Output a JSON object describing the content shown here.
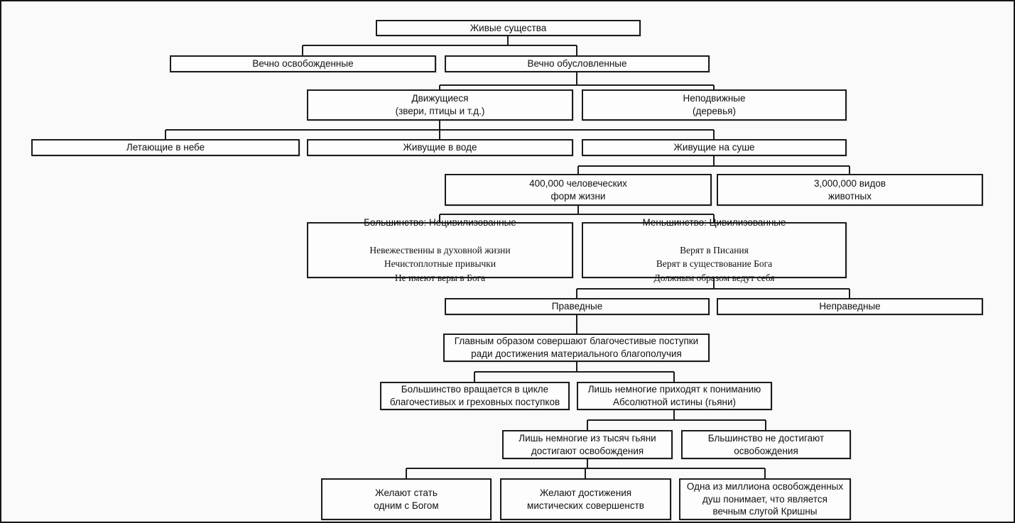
{
  "colors": {
    "background": "#fafafa",
    "box_fill": "#fdfdfd",
    "line": "#1c1c1c"
  },
  "diagram": {
    "language": "ru",
    "root_label": "Живые существа"
  },
  "nodes": {
    "living_beings": {
      "text": "Живые существа"
    },
    "eternally_liberated": {
      "text": "Вечно освобожденные"
    },
    "eternally_conditioned": {
      "text": "Вечно обусловленные"
    },
    "moving": {
      "text": "Движущиеся\n(звери, птицы и т.д.)"
    },
    "nonmoving": {
      "text": "Неподвижные\n(деревья)"
    },
    "flying": {
      "text": "Летающие в небе"
    },
    "in_water": {
      "text": "Живущие в воде"
    },
    "on_land": {
      "text": "Живущие на суше"
    },
    "human_forms": {
      "text": "400,000 человеческих\nформ жизни"
    },
    "animal_species": {
      "text": "3,000,000 видов\nживотных"
    },
    "uncivilized": {
      "title": "Большинство: Нецивилизованные",
      "body": "Невежественны в духовной жизни\nНечистоплотные привычки\nНе имеют веры в Бога"
    },
    "civilized": {
      "title": "Меньшинство: Цивилизованные",
      "body": "Верят в Писания\nВерят в существование Бога\nДолжным образом ведут себя"
    },
    "pious": {
      "text": "Праведные"
    },
    "impious": {
      "text": "Неправедные"
    },
    "pious_activities": {
      "text": "Главным образом совершают благочестивые поступки\nради достижения материального благополучия"
    },
    "cycle": {
      "text": "Большинство вращается в цикле\nблагочестивых и греховных поступков"
    },
    "jnani": {
      "text": "Лишь немногие приходят к пониманию\nАбсолютной истины (гьяни)"
    },
    "few_jnani_liberated": {
      "text": "Лишь немногие из тысяч гьяни\nдостигают освобождения"
    },
    "majority_not_liberated": {
      "text": "Бльшинство не достигают\nосвобождения"
    },
    "desire_oneness": {
      "text": "Желают стать\nодним с Богом"
    },
    "desire_mystic": {
      "text": "Желают достижения\nмистических совершенств"
    },
    "krishna_servant": {
      "text": "Одна из миллиона освобожденных\nдуш понимает, что является\nвечным слугой Кришны"
    }
  }
}
